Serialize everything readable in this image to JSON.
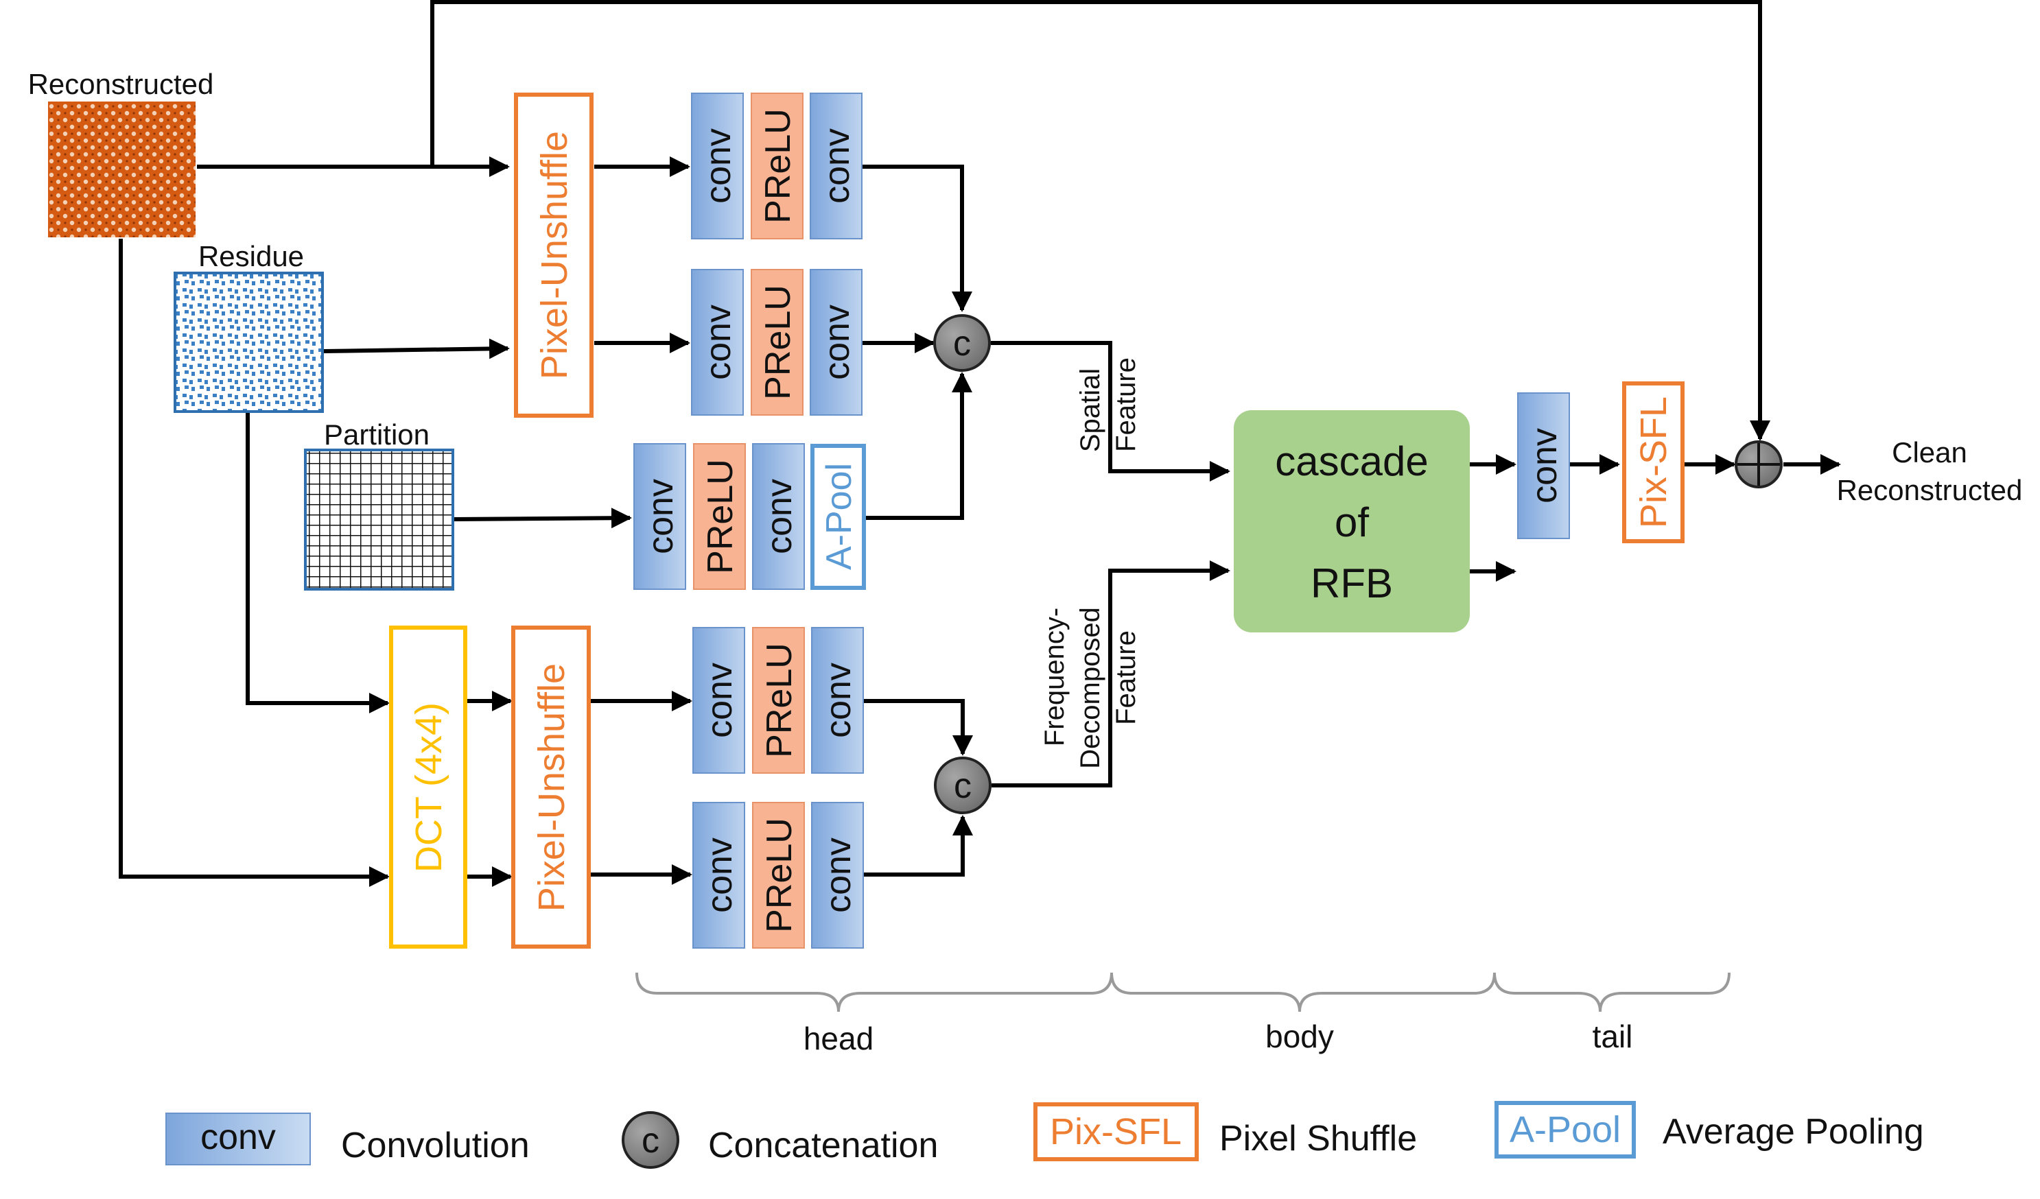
{
  "inputs": {
    "reconstructed": "Reconstructed",
    "residue": "Residue",
    "partition": "Partition"
  },
  "blocks": {
    "pixel_unshuffle": "Pixel-Unshuffle",
    "dct": "DCT (4x4)",
    "conv": "conv",
    "prelu": "PReLU",
    "apool": "A-Pool",
    "concat": "c",
    "pix_sfl": "Pix-SFL",
    "rfb_line1": "cascade",
    "rfb_line2": "of",
    "rfb_line3": "RFB"
  },
  "features": {
    "spatial_line1": "Spatial",
    "spatial_line2": "Feature",
    "freq_line1": "Frequency-",
    "freq_line2": "Decomposed",
    "freq_line3": "Feature"
  },
  "output": {
    "line1": "Clean",
    "line2": "Reconstructed"
  },
  "stages": {
    "head": "head",
    "body": "body",
    "tail": "tail"
  },
  "legend": {
    "conv_symbol": "conv",
    "conv_desc": "Convolution",
    "concat_symbol": "c",
    "concat_desc": "Concatenation",
    "pixsfl_symbol": "Pix-SFL",
    "pixsfl_desc": "Pixel Shuffle",
    "apool_symbol": "A-Pool",
    "apool_desc": "Average Pooling"
  },
  "colors": {
    "conv_fill_dark": "#7ea6dc",
    "conv_fill_light": "#bfd4ef",
    "prelu_fill": "#f8b393",
    "orange": "#ed7d31",
    "yellow": "#ffc000",
    "apool_blue": "#5b9bd5",
    "rfb_green": "#a9d18e",
    "concat_gray": "#7f7f7f",
    "texture_orange": "#d55a12",
    "texture_blue": "#3b7fc4"
  }
}
